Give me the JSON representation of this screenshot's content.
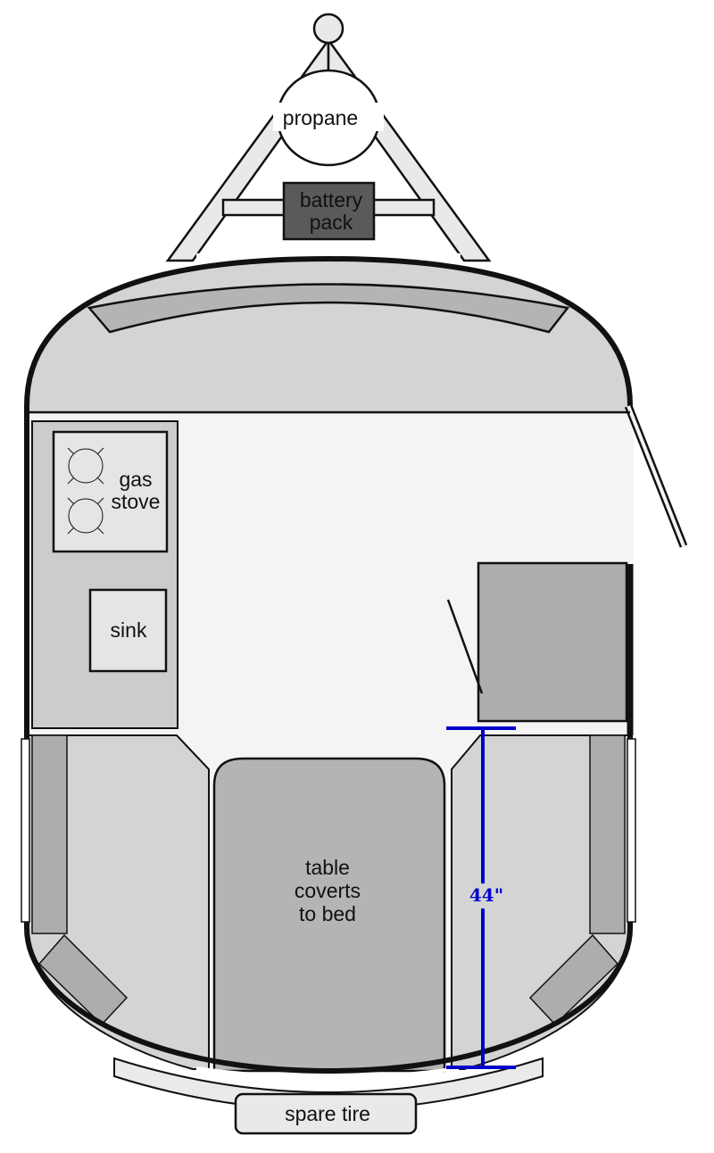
{
  "labels": {
    "propane": "propane",
    "battery": [
      "battery",
      "pack"
    ],
    "stove": [
      "gas",
      "stove"
    ],
    "sink": "sink",
    "table": [
      "table",
      "coverts",
      "to bed"
    ],
    "dimension": "44\"",
    "spare_tire": "spare tire"
  },
  "colors": {
    "outline": "#111111",
    "shell_fill": "#d4d4d4",
    "floor_fill": "#f4f4f4",
    "counter_fill": "#cccccc",
    "panel_fill": "#b4b4b4",
    "cabinet_fill": "#adadad",
    "battery_fill": "#5a5a5a",
    "tongue_fill": "#e9e9e9",
    "dimension": "#0000cc"
  }
}
